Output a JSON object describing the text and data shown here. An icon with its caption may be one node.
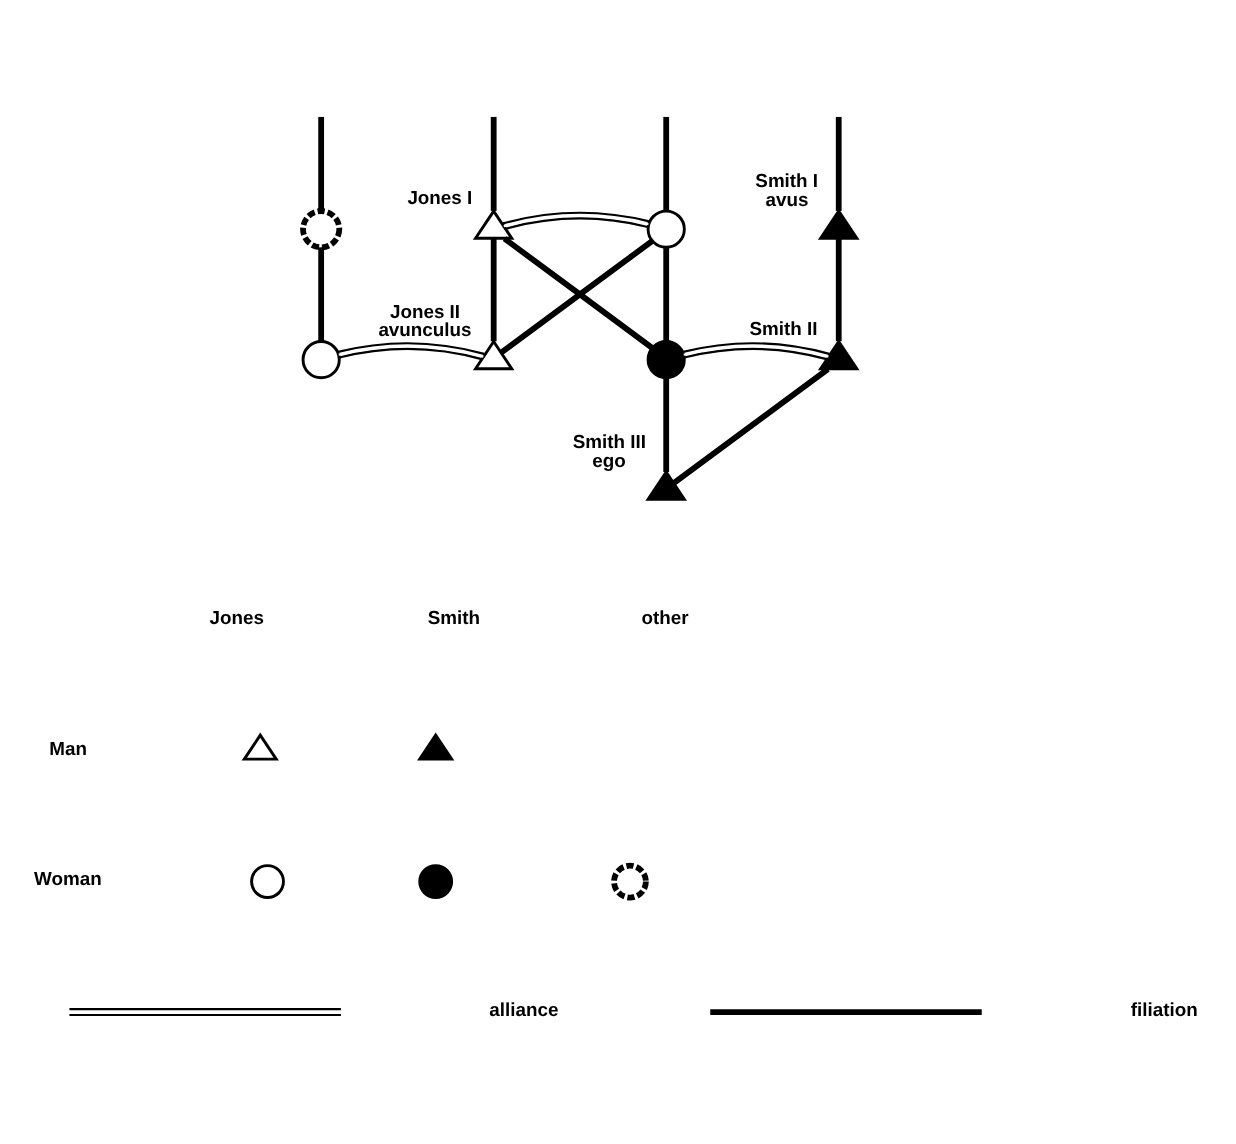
{
  "diagram": {
    "nodes": [
      {
        "text": [],
        "shape": "circle"
      },
      {
        "text": [],
        "shape": "triangle",
        "beside": [
          "Jones I"
        ]
      },
      {
        "text": [],
        "shape": "circle"
      },
      {
        "text": [],
        "shape": "triangle",
        "beside": [
          "Smith I",
          "avus"
        ]
      },
      {
        "text": [],
        "shape": "circle"
      },
      {
        "text": [],
        "shape": "triangle",
        "beside": [
          "Jones II",
          "avunculus"
        ]
      },
      {
        "text": [],
        "shape": "circle"
      },
      {
        "text": [],
        "shape": "triangle",
        "beside": [
          "Smith II"
        ]
      },
      {
        "text": [],
        "shape": "triangle",
        "beside": [
          "Smith III",
          "ego"
        ]
      },
      {
        "text": [],
        "shape": "triangle"
      },
      {
        "text": [],
        "shape": "triangle"
      },
      {
        "text": [],
        "shape": "circle"
      },
      {
        "text": [],
        "shape": "circle"
      },
      {
        "text": [],
        "shape": "circle"
      }
    ],
    "edges": [
      {
        "from": null,
        "to": 0,
        "arrow": "none"
      },
      {
        "from": null,
        "to": 1,
        "arrow": "none"
      },
      {
        "from": null,
        "to": 2,
        "arrow": "none"
      },
      {
        "from": null,
        "to": 3,
        "arrow": "none"
      },
      {
        "from": 1,
        "to": 2,
        "arrow": "none"
      },
      {
        "from": 0,
        "to": 4,
        "arrow": "none"
      },
      {
        "from": 1,
        "to": 5,
        "arrow": "none"
      },
      {
        "from": 2,
        "to": 5,
        "arrow": "none"
      },
      {
        "from": 1,
        "to": 6,
        "arrow": "none"
      },
      {
        "from": 2,
        "to": 6,
        "arrow": "none"
      },
      {
        "from": 3,
        "to": 7,
        "arrow": "none"
      },
      {
        "from": 4,
        "to": 5,
        "arrow": "none"
      },
      {
        "from": 6,
        "to": 7,
        "arrow": "none"
      },
      {
        "from": 6,
        "to": 8,
        "arrow": "none"
      },
      {
        "from": 7,
        "to": 8,
        "arrow": "none"
      }
    ],
    "labels": [
      "Jones",
      "Smith",
      "other",
      "Man",
      "Woman"
    ],
    "legend": [
      {
        "text": "alliance"
      },
      {
        "text": "filiation"
      }
    ]
  }
}
